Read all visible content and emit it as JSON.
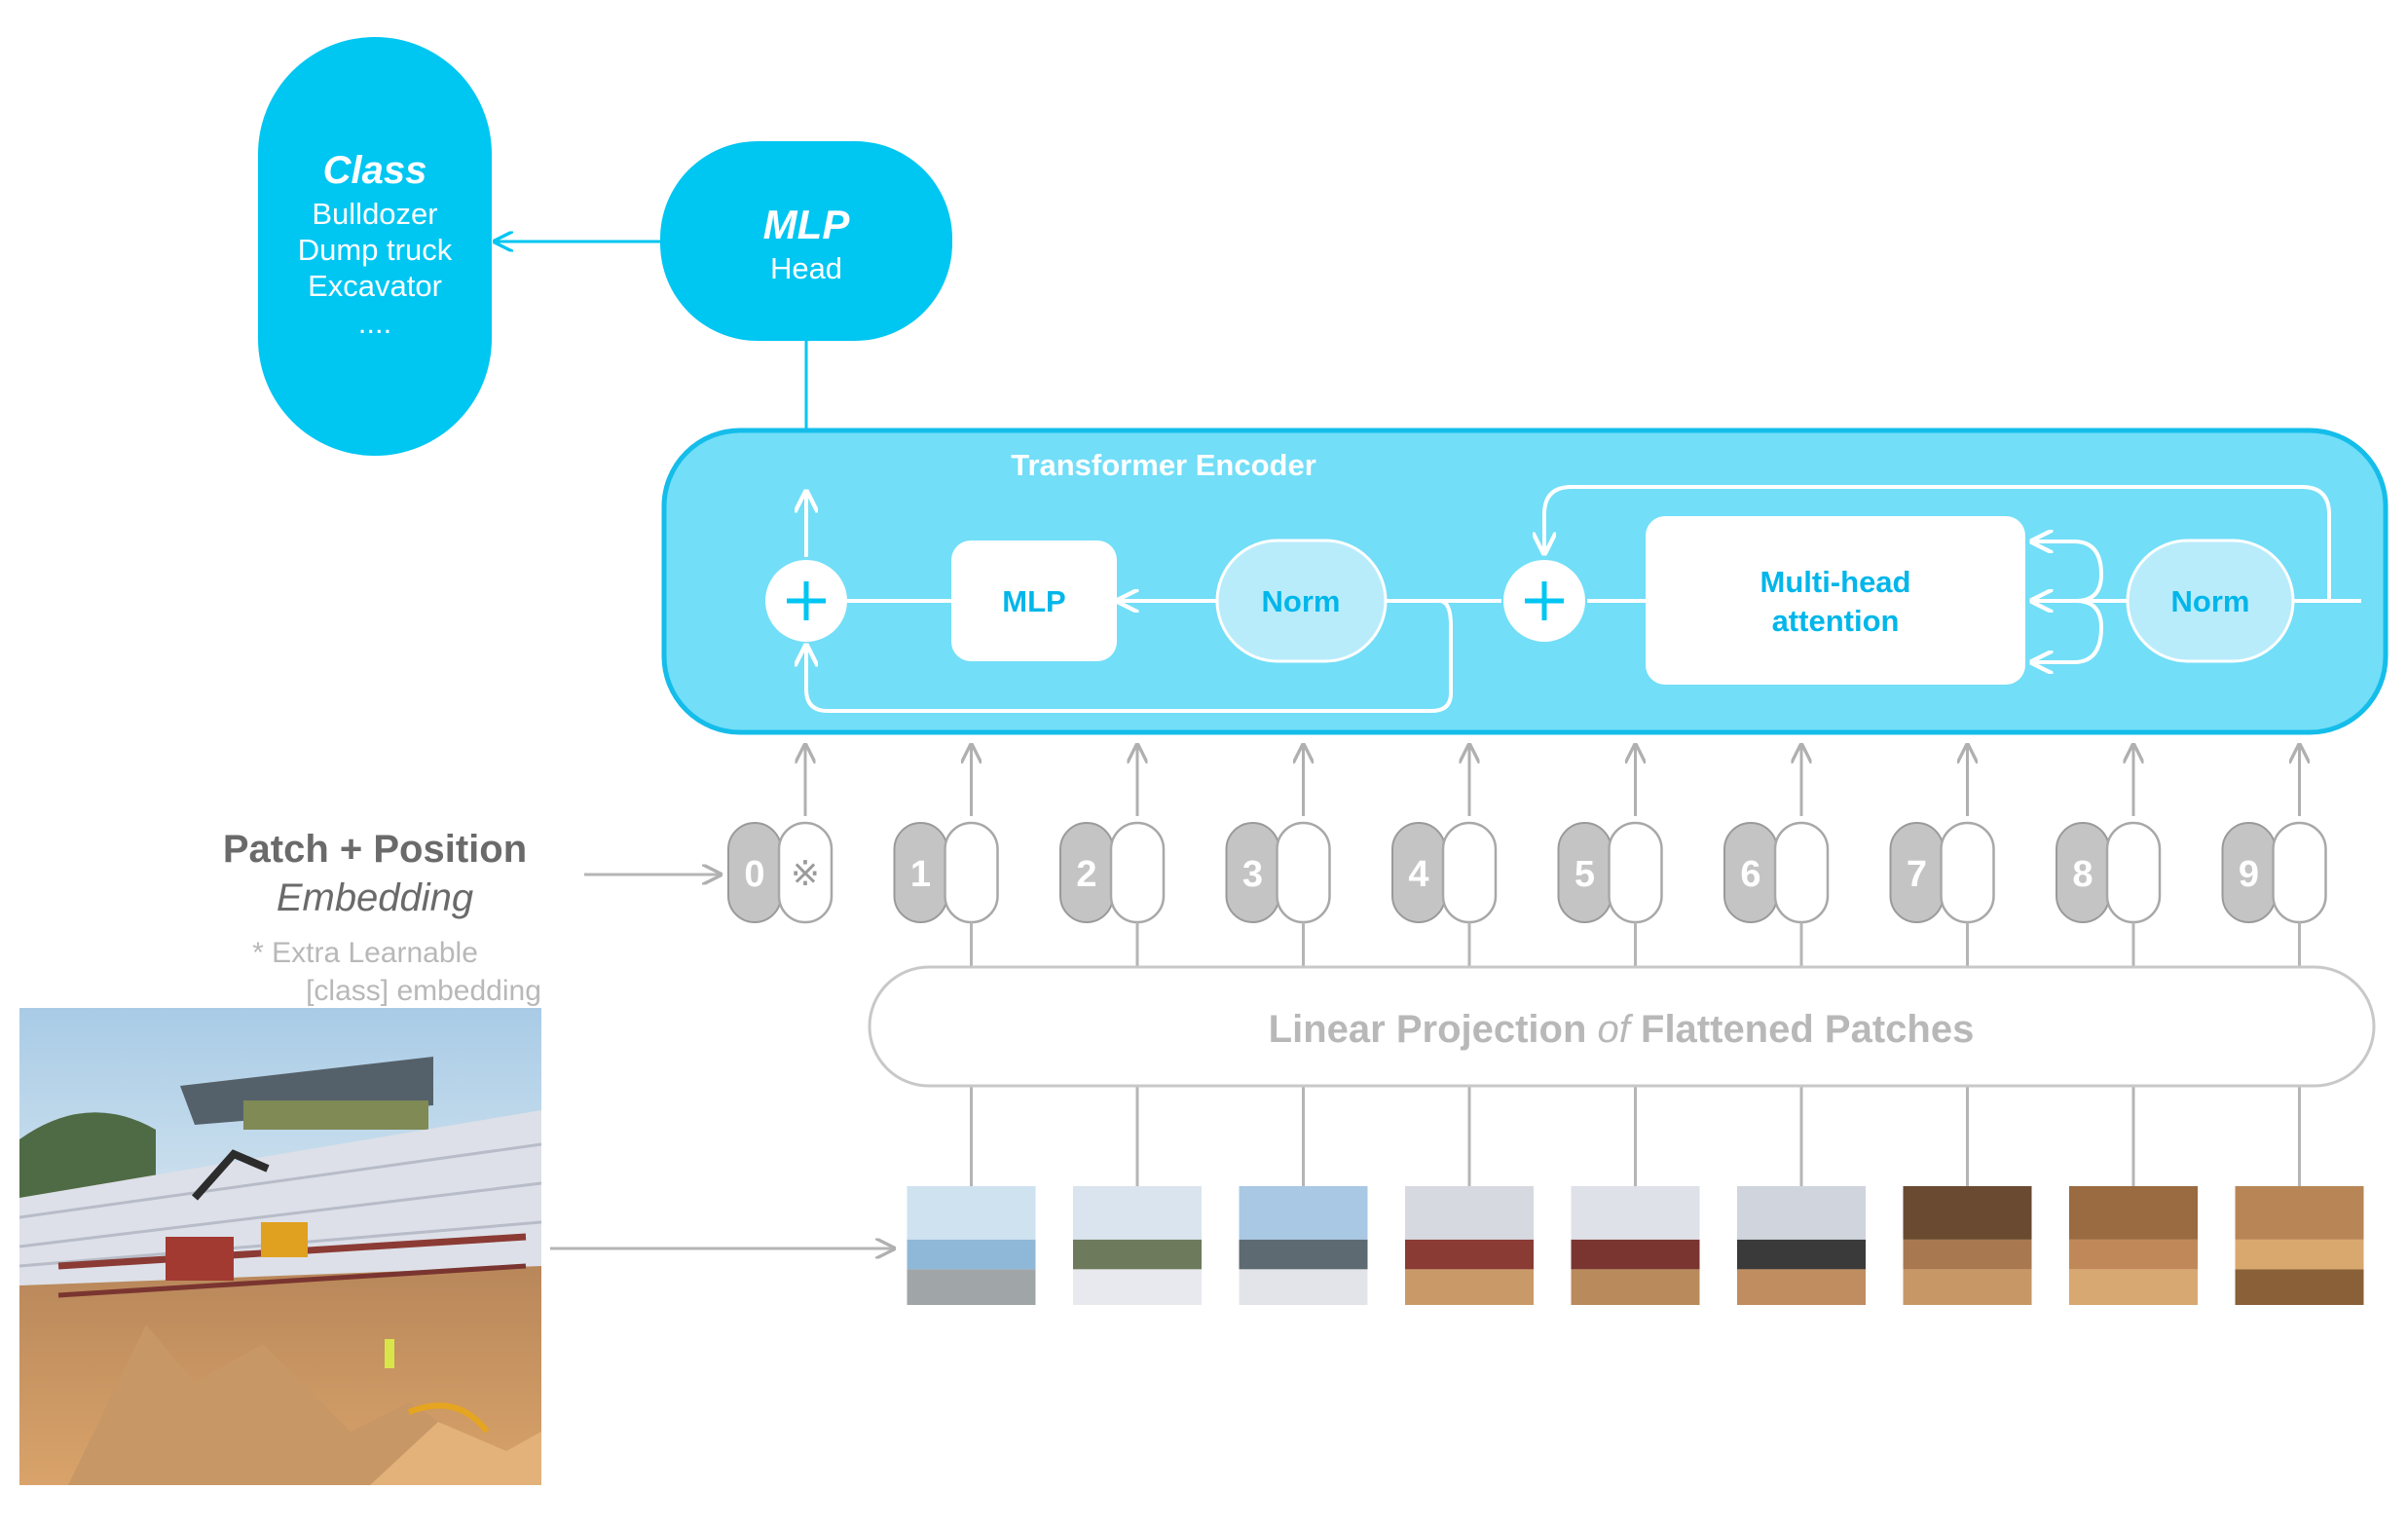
{
  "class_box": {
    "title": "Class",
    "items": [
      "Bulldozer",
      "Dump truck",
      "Excavator",
      "...."
    ]
  },
  "mlp_head": {
    "title": "MLP",
    "subtitle": "Head"
  },
  "encoder": {
    "title": "Transformer Encoder",
    "mlp_label": "MLP",
    "norm_left_label": "Norm",
    "attention_label_line1": "Multi-head",
    "attention_label_line2": "attention",
    "norm_right_label": "Norm"
  },
  "embedding": {
    "title_line1": "Patch + Position",
    "title_line2": "Embedding",
    "note_line1": "* Extra Learnable",
    "note_line2": "[class] embedding",
    "tokens": [
      "0",
      "1",
      "2",
      "3",
      "4",
      "5",
      "6",
      "7",
      "8",
      "9"
    ],
    "class_token_symbol": "※"
  },
  "projection": {
    "text_part1": "Linear Projection ",
    "text_italic": "of",
    "text_part2": " Flattened Patches"
  },
  "colors": {
    "accent": "#00c6f2",
    "encoder_fill": "#72def7",
    "gray": "#b8b8b8"
  }
}
